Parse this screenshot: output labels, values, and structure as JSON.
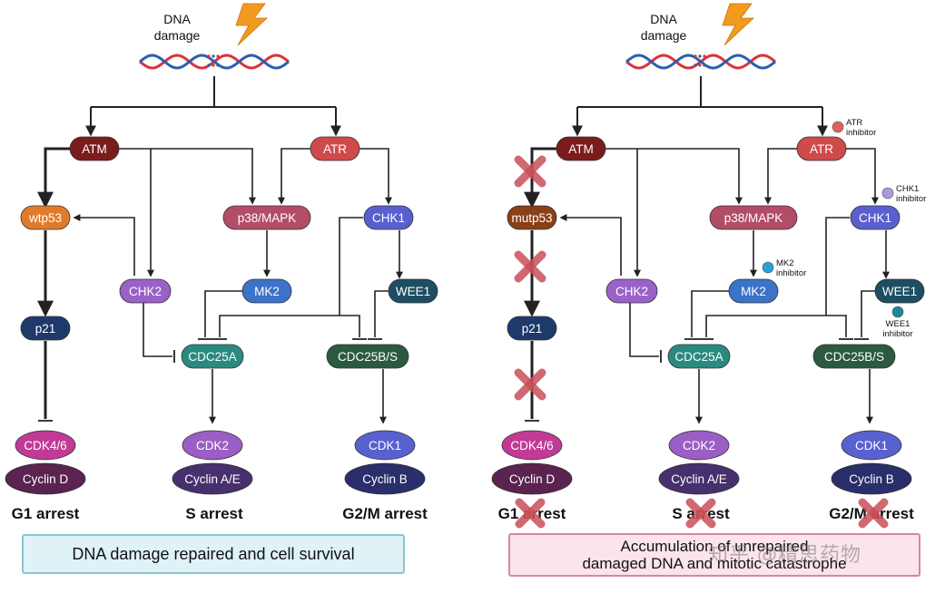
{
  "left": {
    "dna_label": [
      "DNA",
      "damage"
    ],
    "kinases": {
      "atm": "ATM",
      "atr": "ATR",
      "p53": "wtp53",
      "p38": "p38/MAPK",
      "chk1": "CHK1",
      "chk2": "CHK2",
      "mk2": "MK2",
      "wee1": "WEE1",
      "p21": "p21",
      "cdc25a": "CDC25A",
      "cdc25bs": "CDC25B/S"
    },
    "complexes": {
      "cdk46": "CDK4/6",
      "cyclin_d": "Cyclin D",
      "cdk2": "CDK2",
      "cyclin_ae": "Cyclin A/E",
      "cdk1": "CDK1",
      "cyclin_b": "Cyclin B"
    },
    "arrests": {
      "g1": "G1 arrest",
      "s": "S arrest",
      "g2m": "G2/M arrest"
    },
    "outcome": "DNA damage repaired and cell survival"
  },
  "right": {
    "dna_label": [
      "DNA",
      "damage"
    ],
    "kinases": {
      "atm": "ATM",
      "atr": "ATR",
      "p53": "mutp53",
      "p38": "p38/MAPK",
      "chk1": "CHK1",
      "chk2": "CHK2",
      "mk2": "MK2",
      "wee1": "WEE1",
      "p21": "p21",
      "cdc25a": "CDC25A",
      "cdc25bs": "CDC25B/S"
    },
    "complexes": {
      "cdk46": "CDK4/6",
      "cyclin_d": "Cyclin D",
      "cdk2": "CDK2",
      "cyclin_ae": "Cyclin A/E",
      "cdk1": "CDK1",
      "cyclin_b": "Cyclin B"
    },
    "arrests": {
      "g1": "G1 arrest",
      "s": "S arrest",
      "g2m": "G2/M arrest"
    },
    "inhibitors": {
      "atr": [
        "ATR",
        "inhibitor"
      ],
      "chk1": [
        "CHK1",
        "inhibitor"
      ],
      "mk2": [
        "MK2",
        "inhibitor"
      ],
      "wee1": [
        "WEE1",
        "inhibitor"
      ]
    },
    "outcome_line1": "Accumulation of unrepaired",
    "outcome_line2": "damaged DNA and mitotic catastrophe"
  },
  "watermark": "知乎 @精思药物",
  "colors": {
    "atm": "#7a1c1c",
    "atr": "#cf4a4a",
    "wtp53": "#e07b2c",
    "mutp53": "#8a3f16",
    "p38": "#b24d68",
    "chk1": "#5a5fd0",
    "chk2": "#9a62c8",
    "mk2": "#3b73c8",
    "wee1": "#1d4e63",
    "p21": "#1e3a6b",
    "cdc25a": "#2a8a80",
    "cdc25bs": "#2b5a3e",
    "cdk46": "#c13a96",
    "cyclind": "#5a2350",
    "cdk2": "#9a5ec4",
    "cyclinae": "#47306e",
    "cdk1": "#5861d0",
    "cyclinb": "#2a2f6b",
    "cross": "#c8505a",
    "good_box": "#dff2f6",
    "bad_box": "#fbe4ea",
    "lightning": "#f29a1e"
  }
}
